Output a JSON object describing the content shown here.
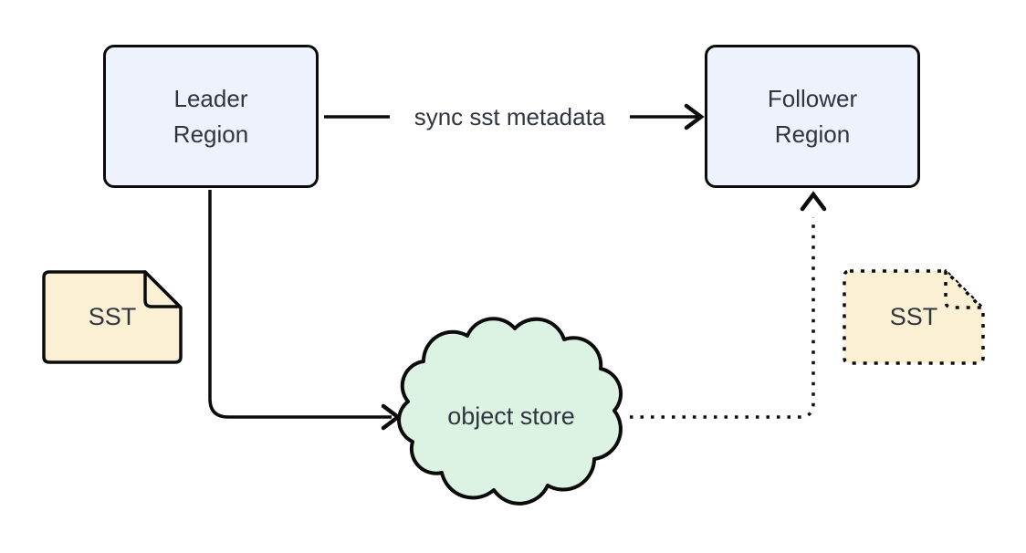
{
  "diagram": {
    "nodes": {
      "leader_region": {
        "label": "Leader\nRegion",
        "shape": "rounded-rect",
        "fill": "#edf2fc",
        "border_style": "solid"
      },
      "follower_region": {
        "label": "Follower\nRegion",
        "shape": "rounded-rect",
        "fill": "#edf2fc",
        "border_style": "solid"
      },
      "sst_source": {
        "label": "SST",
        "shape": "document",
        "fill": "#fbf0d3",
        "border_style": "solid"
      },
      "sst_replica": {
        "label": "SST",
        "shape": "document",
        "fill": "#fbf0d3",
        "border_style": "dotted"
      },
      "object_store": {
        "label": "object store",
        "shape": "cloud",
        "fill": "#dcf2e2",
        "border_style": "solid"
      }
    },
    "edges": [
      {
        "from": "leader_region",
        "to": "follower_region",
        "label": "sync sst metadata",
        "style": "solid",
        "arrowhead": "vee"
      },
      {
        "from": "leader_region",
        "to": "object_store",
        "label": "",
        "style": "solid",
        "arrowhead": "vee"
      },
      {
        "from": "object_store",
        "to": "follower_region",
        "label": "",
        "style": "dotted",
        "arrowhead": "vee"
      }
    ],
    "colors": {
      "background": "#ffffff",
      "stroke": "#0b0b0b",
      "text": "#2f3640"
    }
  }
}
